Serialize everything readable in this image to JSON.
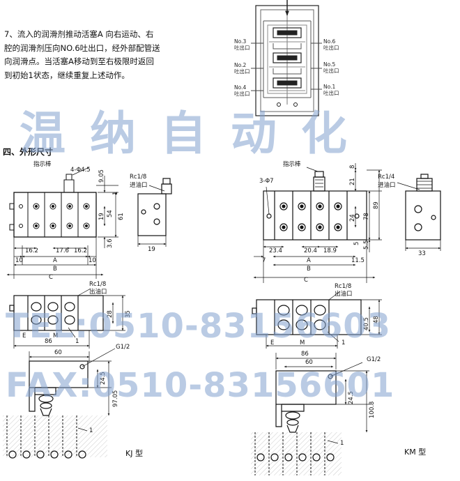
{
  "description": {
    "line1": "7、流入的润滑剂推动活塞A 向右运动、右",
    "line2": "腔的润滑剂压向NO.6吐出口，经外部配管送",
    "line3": "向润滑点。当活塞A移动到至右极限时返回",
    "line4": "到初始1状态，继续重复上述动作。"
  },
  "section_title": "四、外形尺寸",
  "schematic": {
    "labels": [
      {
        "no": "No.3",
        "text": "吐出口"
      },
      {
        "no": "No.2",
        "text": "吐出口"
      },
      {
        "no": "No.4",
        "text": "吐出口"
      },
      {
        "no": "No.6",
        "text": "吐出口"
      },
      {
        "no": "No.5",
        "text": "吐出口"
      },
      {
        "no": "No.1",
        "text": "吐出口"
      }
    ]
  },
  "watermark": {
    "brand": "温  纳  自  动  化",
    "tel": "TEL:0510-83156603",
    "fax": "FAX:0510-83156601"
  },
  "kj": {
    "model": "KJ 型",
    "indicator": "指示棒",
    "holes": "4-Φ4.5",
    "inlet_port": "Rc1/8",
    "inlet": "进油口",
    "outlet_port": "Rc1/8",
    "outlet": "出油口",
    "g_port": "G1/2",
    "dims": {
      "d16_2a": "16.2",
      "d17_6": "17.6",
      "d16_2b": "16.2",
      "d10a": "10",
      "d10b": "10",
      "A": "A",
      "B": "B",
      "C": "C",
      "d9_05": "9.05",
      "d1": "1",
      "d54": "54",
      "d61": "61",
      "d19v": "19",
      "d3_6": "3.6",
      "d19h": "19",
      "d28": "28",
      "d35": "35",
      "E": "E",
      "M": "M",
      "d86": "86",
      "d60": "60",
      "d24_5": "24.5",
      "d97_05": "97.05",
      "n1a": "1",
      "n1b": "1"
    }
  },
  "km": {
    "model": "KM 型",
    "indicator": "指示棒",
    "holes": "3-Φ7",
    "inlet_port": "Rc1/4",
    "inlet": "进油口",
    "outlet_port": "Rc1/8",
    "outlet": "出油口",
    "g_port": "G1/2",
    "dims": {
      "d8": "8",
      "d21": "21",
      "d78": "78",
      "d89": "89",
      "d24": "24",
      "d23_4": "23.4",
      "d20_4": "20.4",
      "d18_9": "18.9",
      "d5": "5",
      "d5_5": "5.5",
      "d7": "7",
      "d11_5": "11.5",
      "A": "A",
      "B": "B",
      "C": "C",
      "d33": "33",
      "d40_5": "40.5",
      "d48": "48",
      "E": "E",
      "M": "M",
      "n1a": "1",
      "d86": "86",
      "d60": "60",
      "d24_5": "24.5",
      "d100_8": "100.8",
      "n1b": "1"
    }
  }
}
